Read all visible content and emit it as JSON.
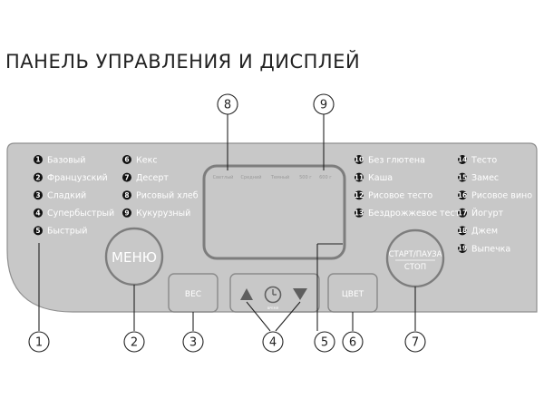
{
  "title": "ПАНЕЛЬ УПРАВЛЕНИЯ И ДИСПЛЕЙ",
  "programs": [
    {
      "n": "1",
      "label": "Базовый"
    },
    {
      "n": "2",
      "label": "Французский"
    },
    {
      "n": "3",
      "label": "Сладкий"
    },
    {
      "n": "4",
      "label": "Супербыстрый"
    },
    {
      "n": "5",
      "label": "Быстрый"
    },
    {
      "n": "6",
      "label": "Кекс"
    },
    {
      "n": "7",
      "label": "Десерт"
    },
    {
      "n": "8",
      "label": "Рисовый хлеб"
    },
    {
      "n": "9",
      "label": "Кукурузный"
    },
    {
      "n": "10",
      "label": "Без глютена"
    },
    {
      "n": "11",
      "label": "Каша"
    },
    {
      "n": "12",
      "label": "Рисовое тесто"
    },
    {
      "n": "13",
      "label": "Бездрожжевое тесто"
    },
    {
      "n": "14",
      "label": "Тесто"
    },
    {
      "n": "15",
      "label": "Замес"
    },
    {
      "n": "16",
      "label": "Рисовое вино"
    },
    {
      "n": "17",
      "label": "Йогурт"
    },
    {
      "n": "18",
      "label": "Джем"
    },
    {
      "n": "19",
      "label": "Выпечка"
    }
  ],
  "display_labels": [
    "Светлый",
    "Средний",
    "Темный",
    "500 г",
    "600 г"
  ],
  "buttons": {
    "menu": "МЕНЮ",
    "weight": "ВЕС",
    "color": "ЦВЕТ",
    "start_line1": "СТАРТ/ПАУЗА",
    "start_line2": "СТОП",
    "time_caption": "ВРЕМЯ"
  },
  "callouts": [
    "1",
    "2",
    "3",
    "4",
    "5",
    "6",
    "7",
    "8",
    "9"
  ],
  "colors": {
    "panel": "#c8c8c8",
    "panel_border": "#8f8f8f",
    "text_light": "#ffffff",
    "ink": "#222222"
  }
}
